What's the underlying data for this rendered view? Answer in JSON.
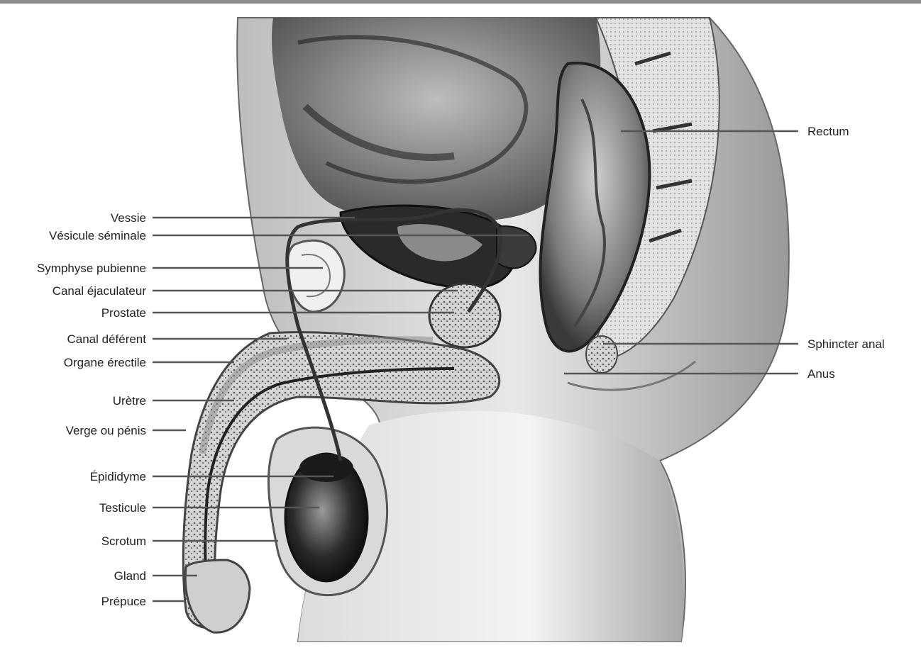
{
  "labels_left": [
    "Vessie",
    "Vésicule séminale",
    "Symphyse pubienne",
    "Canal éjaculateur",
    "Prostate",
    "Canal déférent",
    "Organe érectile",
    "Urètre",
    "Verge ou pénis",
    "Épididyme",
    "Testicule",
    "Scrotum",
    "Gland",
    "Prépuce"
  ],
  "labels_right": [
    "Rectum",
    "Sphincter anal",
    "Anus"
  ]
}
